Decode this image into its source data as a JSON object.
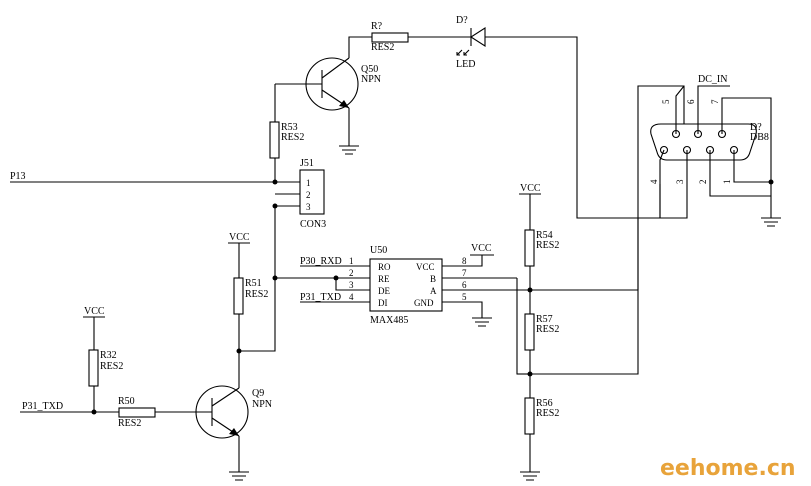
{
  "nets": {
    "p13": "P13",
    "p30_rxd": "P30_RXD",
    "p31_txd_top": "P31_TXD",
    "p31_txd_left": "P31_TXD",
    "dc_in": "DC_IN"
  },
  "power": {
    "vcc_r51": "VCC",
    "vcc_r32": "VCC",
    "vcc_u50": "VCC",
    "vcc_r54": "VCC"
  },
  "components": {
    "r_top": {
      "ref": "R?",
      "value": "RES2"
    },
    "d_led": {
      "ref": "D?",
      "value": "LED"
    },
    "q50": {
      "ref": "Q50",
      "value": "NPN"
    },
    "r53": {
      "ref": "R53",
      "value": "RES2"
    },
    "j51": {
      "ref": "J51",
      "value": "CON3",
      "pins": [
        "1",
        "2",
        "3"
      ]
    },
    "r51": {
      "ref": "R51",
      "value": "RES2"
    },
    "r32": {
      "ref": "R32",
      "value": "RES2"
    },
    "r50": {
      "ref": "R50",
      "value": "RES2"
    },
    "q9": {
      "ref": "Q9",
      "value": "NPN"
    },
    "u50": {
      "ref": "U50",
      "value": "MAX485",
      "left_pins": [
        {
          "num": "1",
          "name": "RO"
        },
        {
          "num": "2",
          "name": "RE"
        },
        {
          "num": "3",
          "name": "DE"
        },
        {
          "num": "4",
          "name": "DI"
        }
      ],
      "right_pins": [
        {
          "num": "8",
          "name": "VCC"
        },
        {
          "num": "7",
          "name": "B"
        },
        {
          "num": "6",
          "name": "A"
        },
        {
          "num": "5",
          "name": "GND"
        }
      ]
    },
    "r54": {
      "ref": "R54",
      "value": "RES2"
    },
    "r57": {
      "ref": "R57",
      "value": "RES2"
    },
    "r56": {
      "ref": "R56",
      "value": "RES2"
    },
    "db8": {
      "ref": "D?",
      "value": "DB8",
      "top_pins": [
        "5",
        "6",
        "7"
      ],
      "bottom_pins": [
        "4",
        "3",
        "2",
        "1"
      ]
    }
  },
  "watermark": "eehome.cn"
}
